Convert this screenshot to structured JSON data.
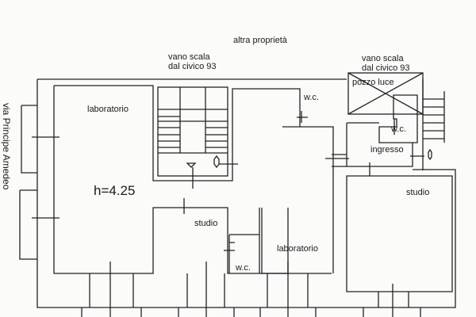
{
  "plan": {
    "top_label": "altra proprietà",
    "street_label": "via Principe Amedeo",
    "stair_left": {
      "line1": "vano scala",
      "line2": "dal civico 93"
    },
    "stair_right": {
      "line1": "vano scala",
      "line2": "dal civico 93"
    },
    "rooms": {
      "lab_left": "laboratorio",
      "height": "h=4.25",
      "wc_top": "w.c.",
      "pozzo": "pozzo luce",
      "wc_right": "w.c.",
      "ingresso": "ingresso",
      "studio_mid": "studio",
      "wc_mid": "w.c.",
      "lab_right": "laboratorio",
      "studio_right": "studio"
    }
  }
}
